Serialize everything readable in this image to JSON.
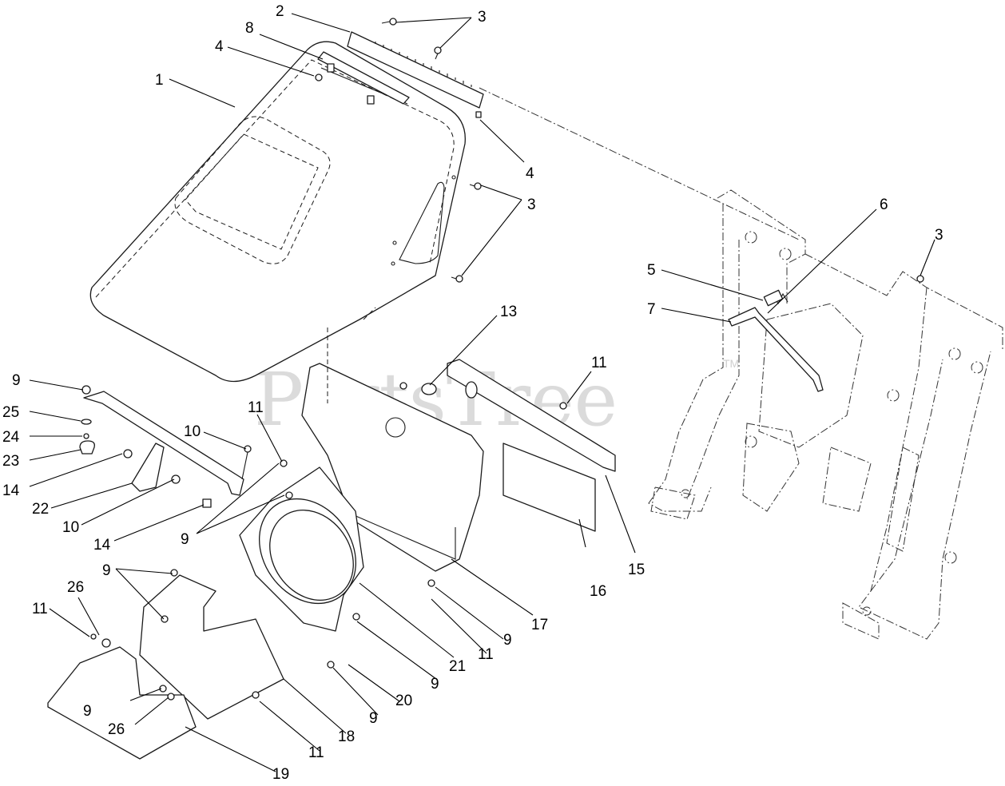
{
  "watermark": {
    "text": "PartsTree",
    "trademark": "TM"
  },
  "callouts": [
    "2",
    "3",
    "8",
    "4",
    "1",
    "4",
    "3",
    "6",
    "3",
    "5",
    "7",
    "13",
    "11",
    "9",
    "25",
    "24",
    "23",
    "14",
    "22",
    "10",
    "10",
    "11",
    "14",
    "9",
    "9",
    "26",
    "11",
    "9",
    "26",
    "16",
    "15",
    "17",
    "9",
    "11",
    "21",
    "9",
    "20",
    "9",
    "18",
    "11",
    "19"
  ]
}
